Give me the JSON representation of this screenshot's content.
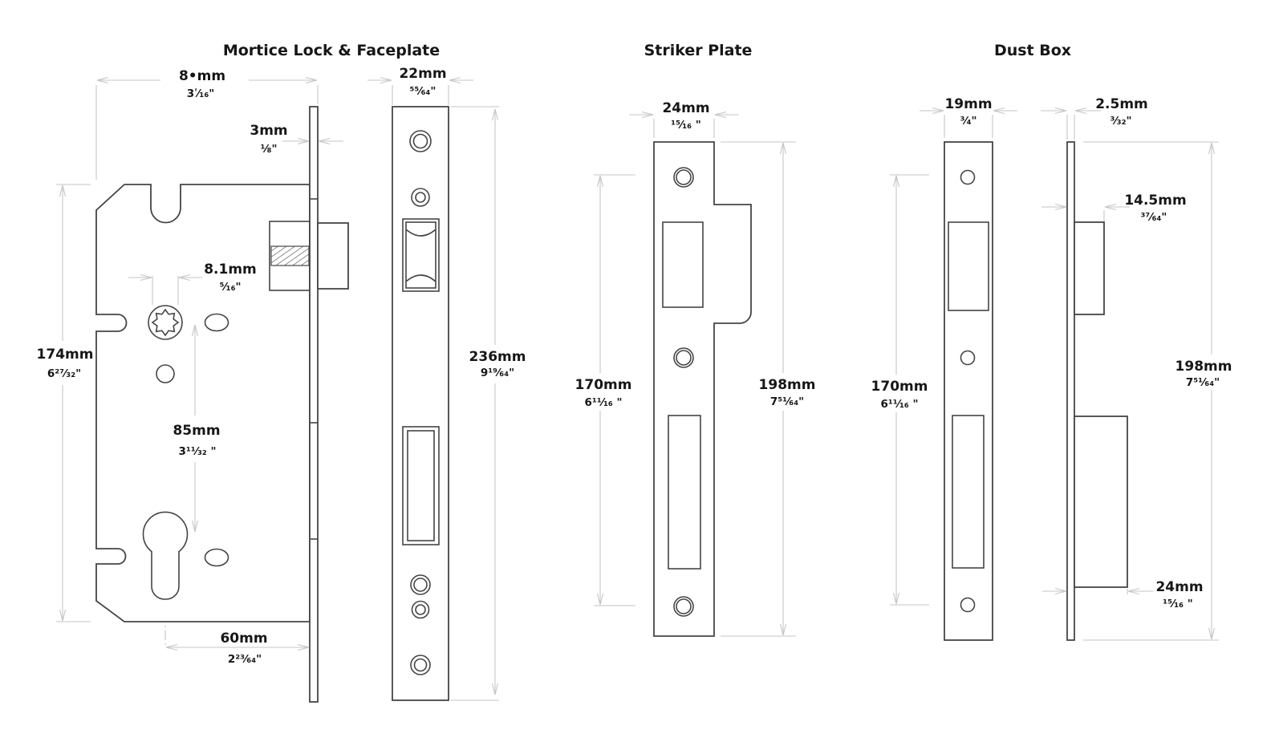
{
  "figure": {
    "mortice_lock": {
      "title": "Mortice Lock & Faceplate",
      "dims": {
        "body_width": {
          "mm": "8•mm",
          "in": "3ʹ⁄₁₆\""
        },
        "faceplate_thickness": {
          "mm": "3mm",
          "in": "¹⁄₈\""
        },
        "faceplate_width": {
          "mm": "22mm",
          "in": "⁵⁵⁄₆₄\""
        },
        "follower": {
          "mm": "8.1mm",
          "in": "⁵⁄₁₆\""
        },
        "body_height": {
          "mm": "174mm",
          "in": "6²⁷⁄₃₂\""
        },
        "centres": {
          "mm": "85mm",
          "in": "3¹¹⁄₃₂ \""
        },
        "backset": {
          "mm": "60mm",
          "in": "2²³⁄₆₄\""
        },
        "faceplate_height": {
          "mm": "236mm",
          "in": "9¹⁹⁄₆₄\""
        }
      }
    },
    "striker_plate": {
      "title": "Striker Plate",
      "dims": {
        "width": {
          "mm": "24mm",
          "in": "¹⁵⁄₁₆ \""
        },
        "screw_centres": {
          "mm": "170mm",
          "in": "6¹¹⁄₁₆ \""
        },
        "height": {
          "mm": "198mm",
          "in": "7⁵¹⁄₆₄\""
        }
      }
    },
    "dust_box": {
      "title": "Dust Box",
      "dims": {
        "width": {
          "mm": "19mm",
          "in": "³⁄₄\""
        },
        "plate_thickness": {
          "mm": "2.5mm",
          "in": "³⁄₃₂\""
        },
        "latch_box_depth": {
          "mm": "14.5mm",
          "in": "³⁷⁄₆₄\""
        },
        "screw_centres": {
          "mm": "170mm",
          "in": "6¹¹⁄₁₆ \""
        },
        "height": {
          "mm": "198mm",
          "in": "7⁵¹⁄₆₄\""
        },
        "bolt_box_depth": {
          "mm": "24mm",
          "in": "¹⁵⁄₁₆ \""
        }
      }
    },
    "colors": {
      "outline": "#454545",
      "dimension": "#c6c6c6",
      "text": "#161616",
      "background": "#ffffff"
    }
  }
}
